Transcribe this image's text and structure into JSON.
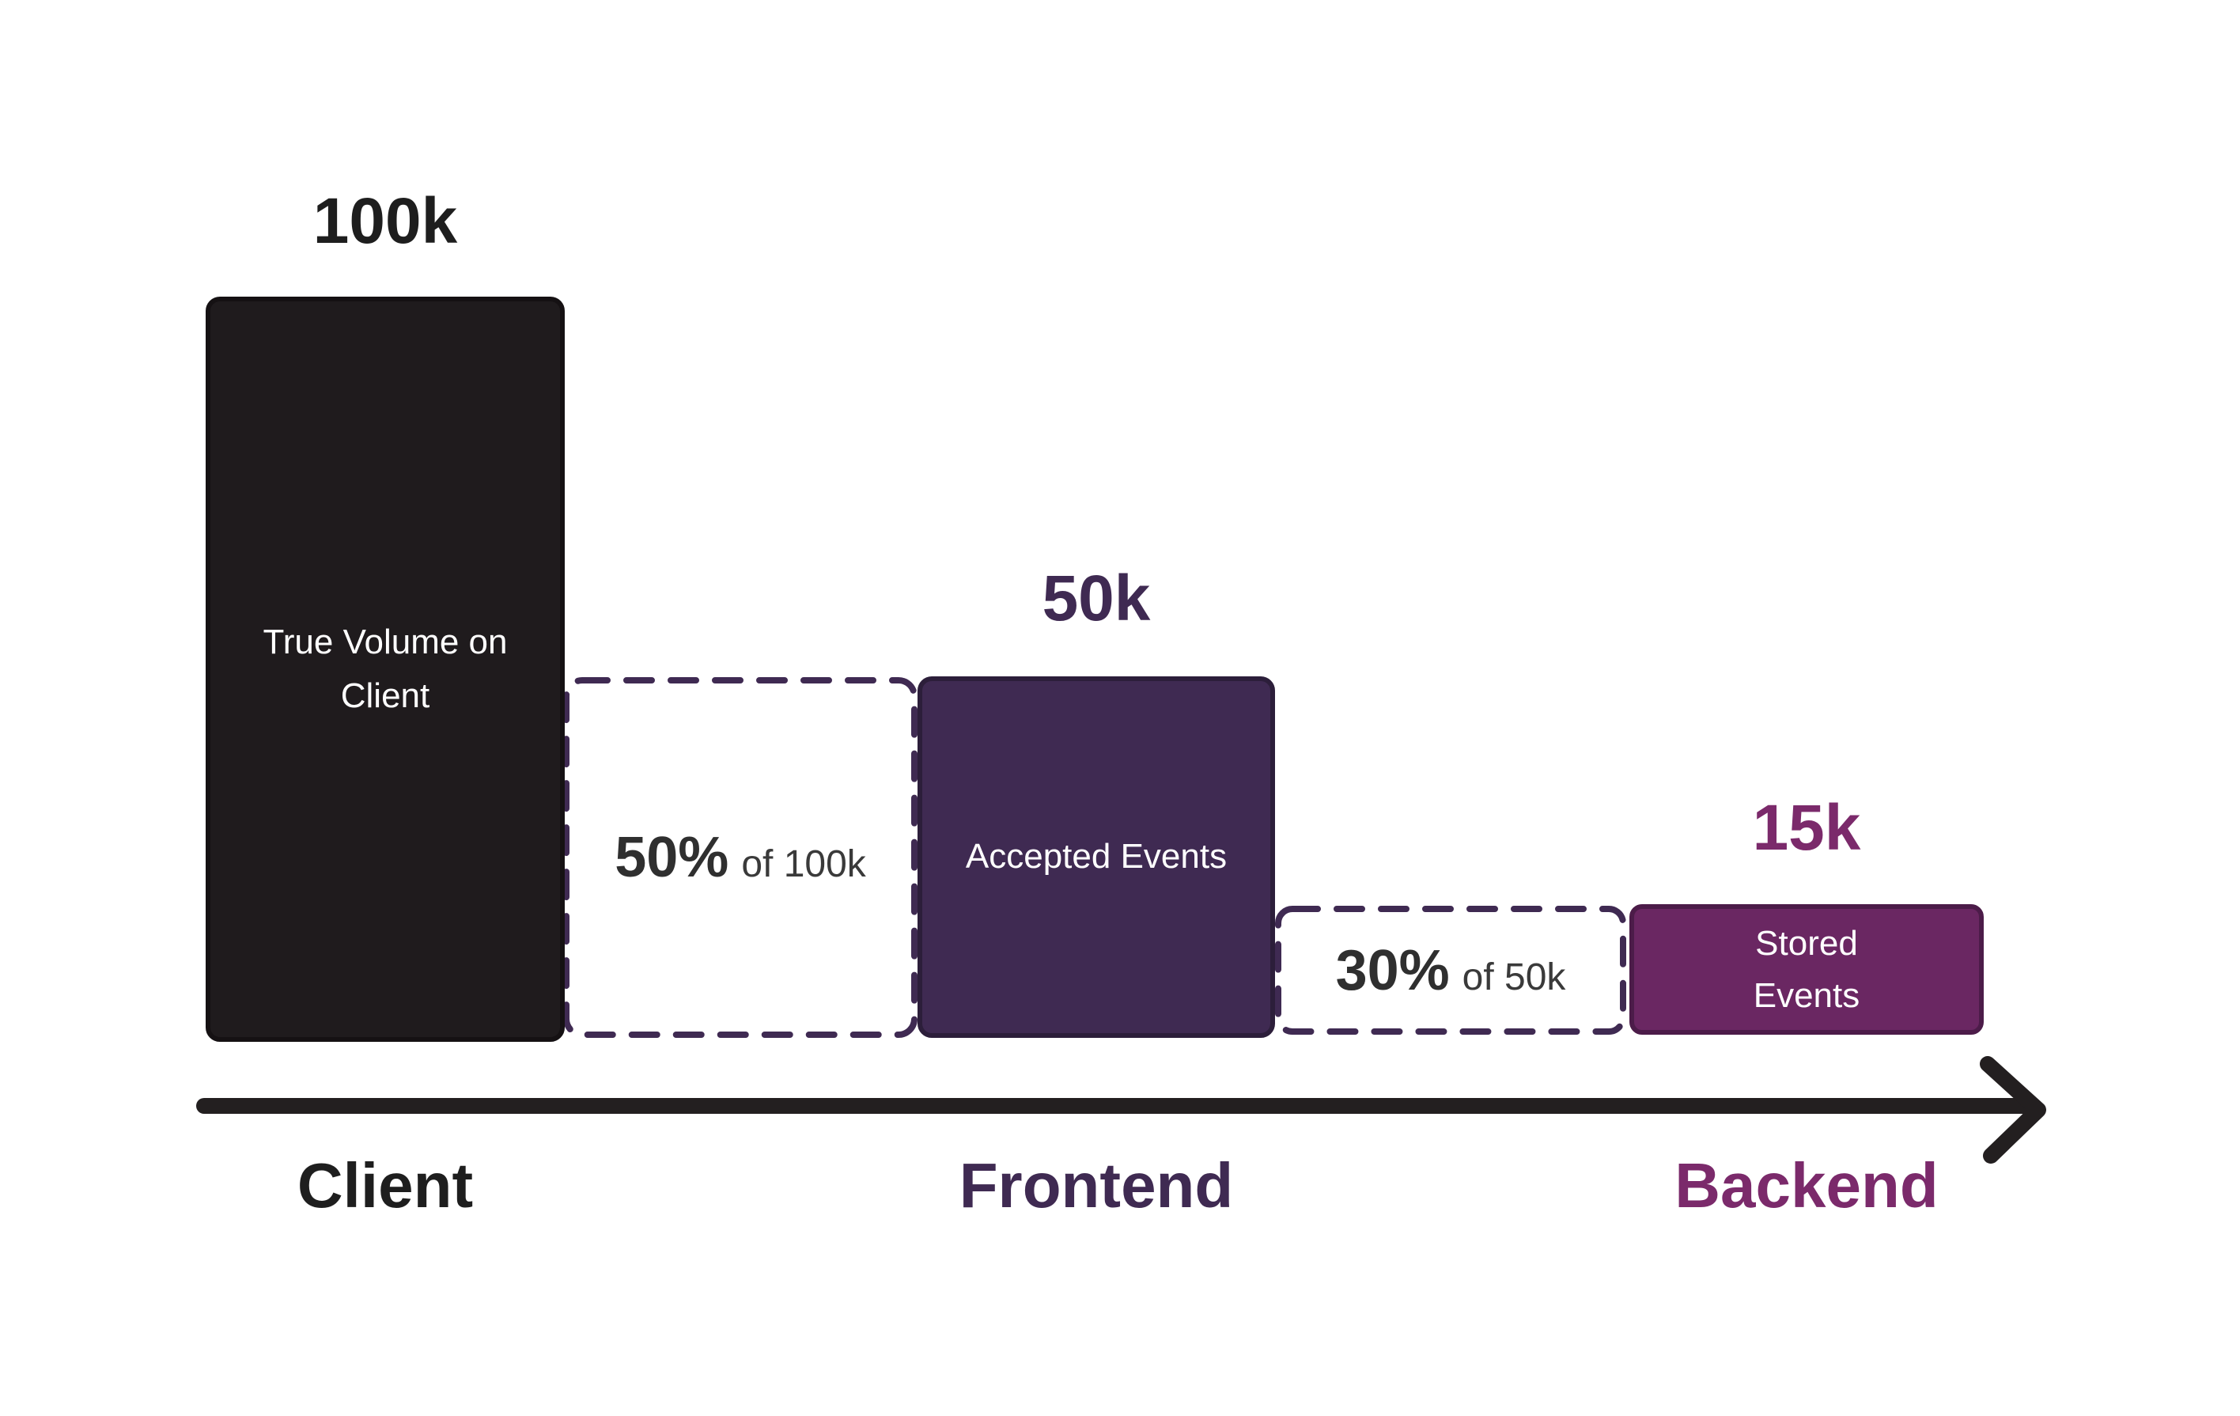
{
  "chart_data": {
    "type": "bar",
    "subtype": "funnel",
    "title": "",
    "categories": [
      "Client",
      "Frontend",
      "Backend"
    ],
    "series": [
      {
        "name": "Events",
        "values": [
          100000,
          50000,
          15000
        ]
      }
    ],
    "value_labels": [
      "100k",
      "50k",
      "15k"
    ],
    "bar_labels": [
      "True Volume on Client",
      "Accepted Events",
      "Stored Events"
    ],
    "annotations": [
      {
        "text": "50% of 100k",
        "between": [
          "Client",
          "Frontend"
        ],
        "style": "dashed-box"
      },
      {
        "text": "30% of 50k",
        "between": [
          "Frontend",
          "Backend"
        ],
        "style": "dashed-box"
      }
    ],
    "x_axis": {
      "style": "arrow",
      "labels": [
        "Client",
        "Frontend",
        "Backend"
      ]
    },
    "ylim": [
      0,
      100000
    ],
    "grid": false,
    "legend": false
  },
  "funnel": {
    "client": {
      "value": "100k",
      "label": "True Volume on Client"
    },
    "frontend": {
      "value": "50k",
      "label": "Accepted Events"
    },
    "backend": {
      "value": "15k",
      "label": "Stored Events"
    }
  },
  "annotations": {
    "first_drop": {
      "percent": "50%",
      "basis": "of 100k"
    },
    "second_drop": {
      "percent": "30%",
      "basis": "of 50k"
    }
  },
  "axis": {
    "labels": [
      "Client",
      "Frontend",
      "Backend"
    ]
  },
  "colors": {
    "background": "#FFFFFF",
    "client_bar": "#1F1B1D",
    "client_bar_border": "#151113",
    "frontend_bar": "#3F2A52",
    "frontend_bar_border": "#2C1E3A",
    "backend_bar": "#6A2762",
    "backend_bar_border": "#4C1C49",
    "dashed_border": "#3F2A52",
    "arrow": "#231F20",
    "value_100k_text": "#1E1E1E",
    "value_50k_text": "#3F2A52",
    "value_15k_text": "#7B2A6B",
    "annotation_percent_text": "#2F2F2F",
    "annotation_basis_text": "#3A3A3A",
    "bar_text": "#FFFFFF"
  }
}
